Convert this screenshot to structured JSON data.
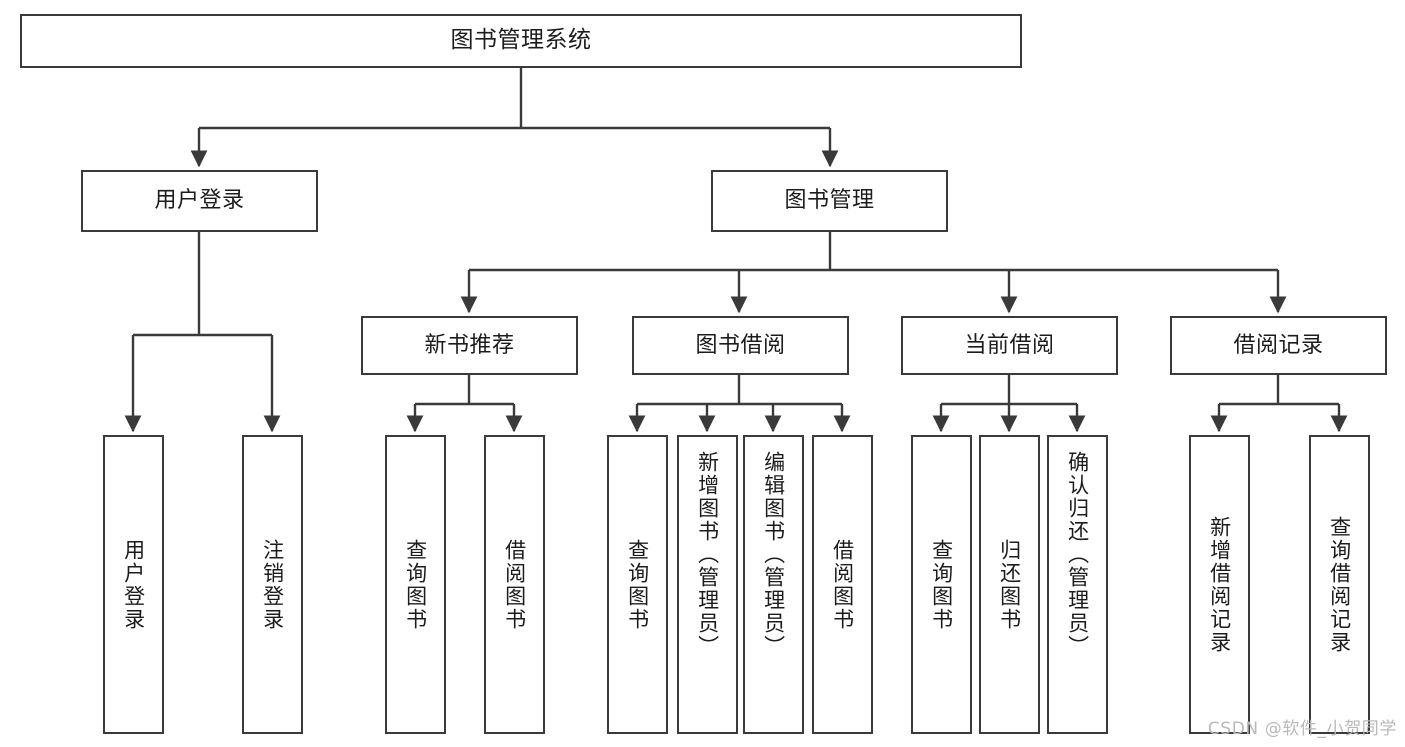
{
  "diagram": {
    "title": "图书管理系统",
    "watermark": "CSDN @软件_小贺同学",
    "line_color": "#3a3a3a",
    "box_fill": "#ffffff",
    "text_color": "#1c1c1c",
    "levels": {
      "root": {
        "label": "图书管理系统"
      },
      "level2": [
        {
          "label": "用户登录"
        },
        {
          "label": "图书管理"
        }
      ],
      "level3": [
        {
          "label": "新书推荐"
        },
        {
          "label": "图书借阅"
        },
        {
          "label": "当前借阅"
        },
        {
          "label": "借阅记录"
        }
      ],
      "leaves": {
        "user_login": [
          {
            "label": "用户登录"
          },
          {
            "label": "注销登录"
          }
        ],
        "new_book": [
          {
            "label": "查询图书"
          },
          {
            "label": "借阅图书"
          }
        ],
        "book_borrow": [
          {
            "label": "查询图书"
          },
          {
            "label": "新增图书（管理员）"
          },
          {
            "label": "编辑图书（管理员）"
          },
          {
            "label": "借阅图书"
          }
        ],
        "current_borrow": [
          {
            "label": "查询图书"
          },
          {
            "label": "归还图书"
          },
          {
            "label": "确认归还（管理员）"
          }
        ],
        "borrow_record": [
          {
            "label": "新增借阅记录"
          },
          {
            "label": "查询借阅记录"
          }
        ]
      }
    }
  }
}
